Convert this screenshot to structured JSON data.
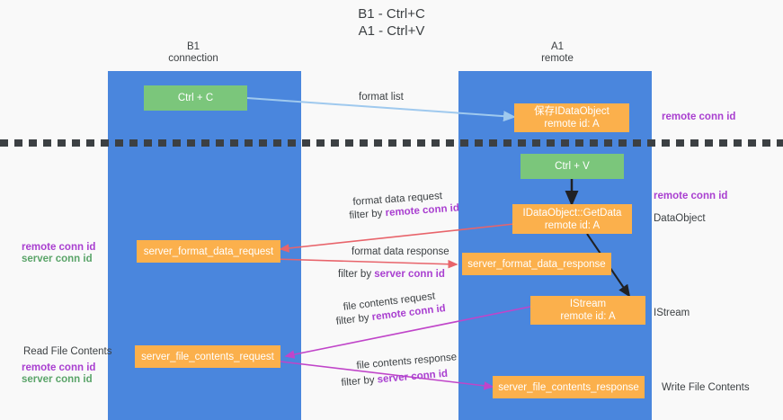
{
  "title": {
    "line1": "B1 - Ctrl+C",
    "line2": "A1 - Ctrl+V"
  },
  "columns": [
    {
      "name": "B1",
      "role": "connection"
    },
    {
      "name": "A1",
      "role": "remote"
    }
  ],
  "colors": {
    "lane": "#4a86dd",
    "green_box": "#7bc67b",
    "orange_box": "#fbb04c",
    "purple_text": "#a93fd0",
    "green_text": "#5aa469",
    "blue_arrow": "#9fc9ee",
    "red_arrow": "#e8646b",
    "magenta_arrow": "#c045c9",
    "black_arrow": "#202124",
    "divider": "#3c4043",
    "background": "#f9f9f9"
  },
  "boxes": {
    "ctrl_c": {
      "line1": "Ctrl + C"
    },
    "ctrl_v": {
      "line1": "Ctrl + V"
    },
    "idataobject_save": {
      "line1": "保存IDataObject",
      "line2": "remote id: A"
    },
    "getdata": {
      "line1": "IDataObject::GetData",
      "line2": "remote id: A"
    },
    "server_format_data_request": {
      "line1": "server_format_data_request"
    },
    "server_format_data_response": {
      "line1": "server_format_data_response"
    },
    "istream": {
      "line1": "IStream",
      "line2": "remote id: A"
    },
    "server_file_contents_request": {
      "line1": "server_file_contents_request"
    },
    "server_file_contents_response": {
      "line1": "server_file_contents_response"
    }
  },
  "arrow_labels": {
    "format_list": "format list",
    "format_data_request": "format data request",
    "format_data_request_filter_prefix": "filter by ",
    "format_data_request_filter_key": "remote conn id",
    "format_data_response": "format data response",
    "format_data_response_filter_prefix": "filter by ",
    "format_data_response_filter_key": "server conn id",
    "file_contents_request": "file contents request",
    "file_contents_request_filter_prefix": "filter by ",
    "file_contents_request_filter_key": "remote conn id",
    "file_contents_response": "file contents response",
    "file_contents_response_filter_prefix": "filter by ",
    "file_contents_response_filter_key": "server conn id"
  },
  "annotations": {
    "right_remote_conn_id_top": "remote conn id",
    "right_remote_conn_id_mid": "remote conn id",
    "right_dataobject": "DataObject",
    "right_istream": "IStream",
    "right_write_file_contents": "Write File Contents",
    "left_remote_conn_id": "remote conn id",
    "left_server_conn_id": "server conn id",
    "left_read_file_contents": "Read File Contents",
    "left_remote_conn_id_2": "remote conn id",
    "left_server_conn_id_2": "server conn id"
  }
}
